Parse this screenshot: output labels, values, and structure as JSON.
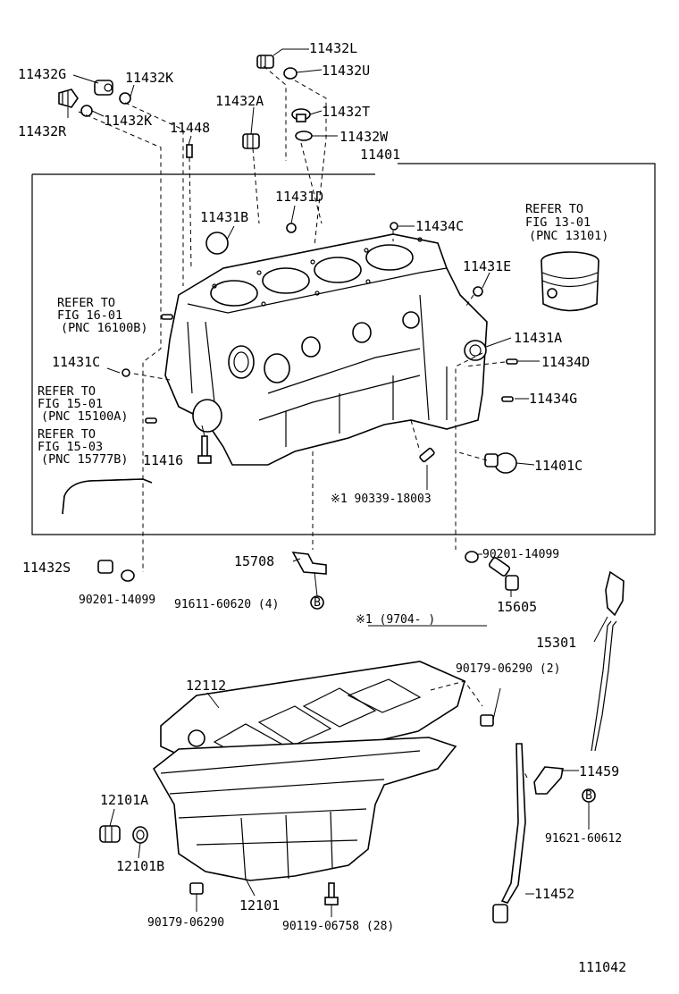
{
  "labels": {
    "p11432L": "11432L",
    "p11432U": "11432U",
    "p11432G": "11432G",
    "p11432K_top": "11432K",
    "p11432R": "11432R",
    "p11432K_mid": "11432K",
    "p11448": "11448",
    "p11432A": "11432A",
    "p11432T": "11432T",
    "p11432W": "11432W",
    "p11401": "11401",
    "p11431D": "11431D",
    "p11431B": "11431B",
    "p11434C": "11434C",
    "p11431E": "11431E",
    "p11431A": "11431A",
    "p11434D": "11434D",
    "p11431C": "11431C",
    "p11434G": "11434G",
    "p11416": "11416",
    "p11401C": "11401C",
    "p90339": "※1 90339-18003",
    "p11432S": "11432S",
    "p90201_left": "90201-14099",
    "p15708": "15708",
    "p91611": "91611-60620 (4)",
    "p90201_right": "90201-14099",
    "p15605": "15605",
    "p9704": "※1 (9704-        )",
    "p15301": "15301",
    "p12112": "12112",
    "p90179_top": "90179-06290 (2)",
    "p11459": "11459",
    "p91621": "91621-60612",
    "p12101A": "12101A",
    "p12101B": "12101B",
    "p12101": "12101",
    "p11452": "11452",
    "p90179_bot": "90179-06290",
    "p90119": "90119-06758 (28)",
    "diagram_no": "111042"
  },
  "refs": {
    "r13_1": "REFER TO",
    "r13_2": "FIG 13-01",
    "r13_3": "(PNC 13101)",
    "r16_1": "REFER TO",
    "r16_2": "FIG 16-01",
    "r16_3": "(PNC 16100B)",
    "r151_1": "REFER TO",
    "r151_2": "FIG 15-01",
    "r151_3": "(PNC 15100A)",
    "r153_1": "REFER TO",
    "r153_2": "FIG 15-03",
    "r153_3": "(PNC 15777B)"
  },
  "circle_marks": {
    "m1": "B",
    "m2": "B"
  }
}
